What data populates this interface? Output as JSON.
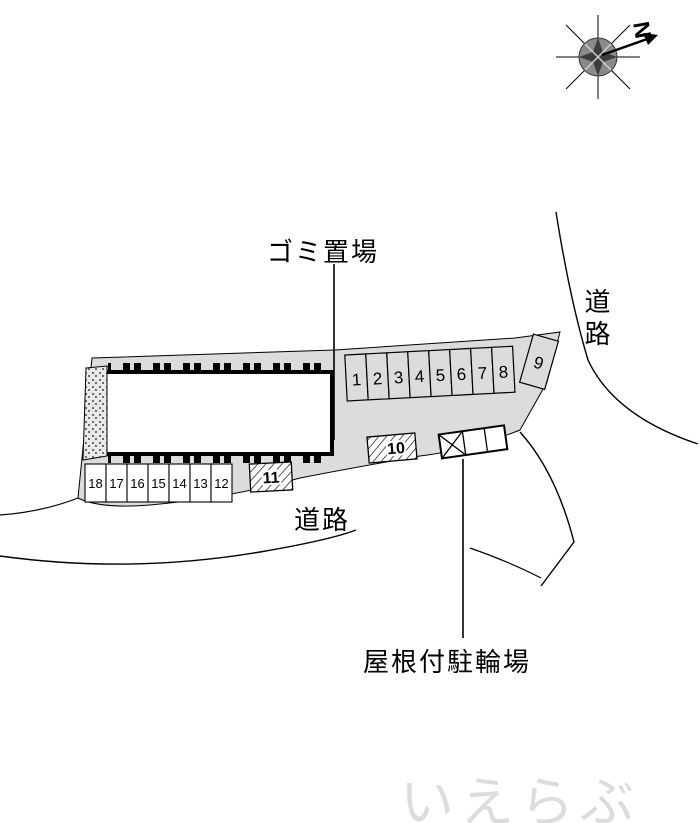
{
  "labels": {
    "garbage": "ゴミ置場",
    "road_right": "道路",
    "road_bottom": "道路",
    "bicycle": "屋根付駐輪場",
    "compass_n": "N",
    "watermark": "いえらぶ"
  },
  "parking": {
    "top_row": [
      "1",
      "2",
      "3",
      "4",
      "5",
      "6",
      "7",
      "8"
    ],
    "slanted": "9",
    "hatched": [
      "10",
      "11"
    ],
    "bottom_row": [
      "18",
      "17",
      "16",
      "15",
      "14",
      "13",
      "12"
    ]
  },
  "colors": {
    "site_fill": "#dcdcdc",
    "line": "#000000",
    "watermark": "#d6d6d6"
  }
}
